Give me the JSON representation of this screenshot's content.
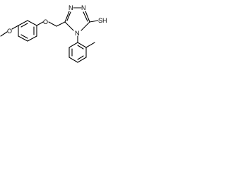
{
  "structure": {
    "atom_labels": {
      "methoxy_oxygen": "O",
      "ether_oxygen": "O",
      "triazole_n1": "N",
      "triazole_n2": "N",
      "triazole_n4": "N",
      "thiol": "SH"
    },
    "colors": {
      "bond": "#000000",
      "background": "#ffffff"
    }
  }
}
